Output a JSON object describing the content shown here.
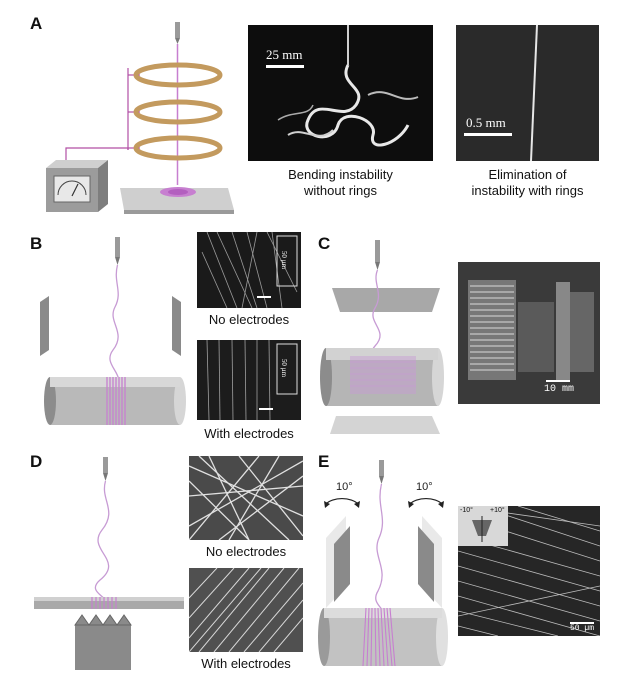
{
  "panels": {
    "A": {
      "label": "A",
      "image1": {
        "scale_text": "25 mm",
        "caption": [
          "Bending instability",
          "without rings"
        ]
      },
      "image2": {
        "scale_text": "0.5 mm",
        "caption": [
          "Elimination of",
          "instability with rings"
        ]
      }
    },
    "B": {
      "label": "B",
      "image1": {
        "caption": "No electrodes",
        "inset_scale": "50 µm"
      },
      "image2": {
        "caption": "With electrodes",
        "inset_scale": "50 µm"
      }
    },
    "C": {
      "label": "C",
      "image1": {
        "scale_text": "10 mm"
      }
    },
    "D": {
      "label": "D",
      "image1": {
        "caption": "No electrodes"
      },
      "image2": {
        "caption": "With electrodes"
      }
    },
    "E": {
      "label": "E",
      "angle_left": "10°",
      "angle_right": "10°",
      "image1": {
        "inset_left": "-10°",
        "inset_right": "+10°",
        "scale_text": "50 µm"
      }
    }
  },
  "colors": {
    "fiber": "#c79bd4",
    "ring": "#c9a063",
    "drum": "#b8b8b8",
    "plate": "#d0d0d0"
  }
}
